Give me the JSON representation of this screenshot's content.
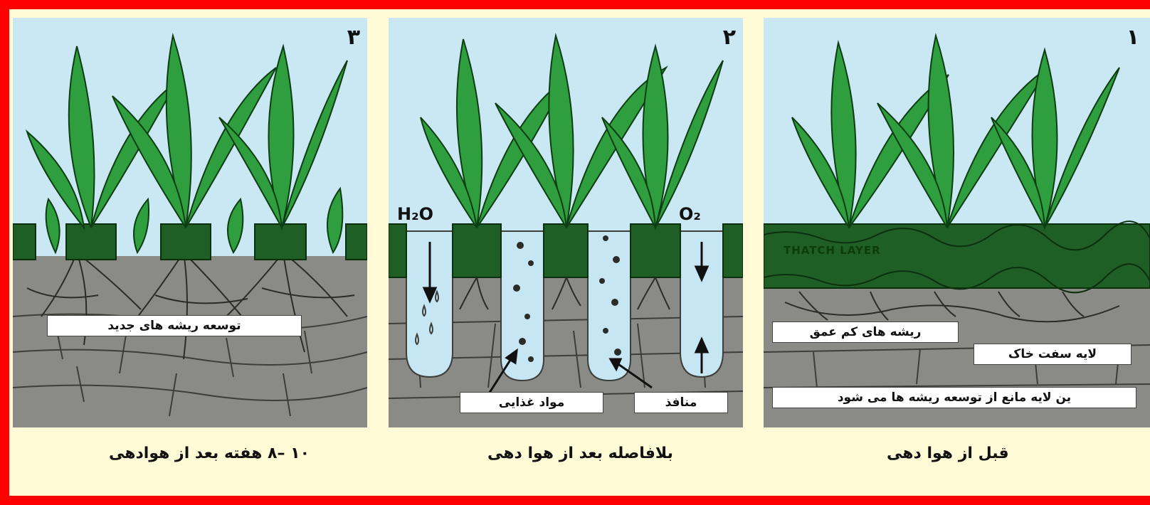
{
  "panels": [
    {
      "number": "٣",
      "caption": "۱۰ –۸ هفته بعد از هوادهی",
      "labels": {
        "new_roots": "توسعه ریشه های جدید"
      }
    },
    {
      "number": "٢",
      "caption": "بلافاصله بعد از هوا دهی",
      "labels": {
        "h2o": "H₂O",
        "o2": "O₂",
        "nutrients": "مواد غذایی",
        "pores": "منافذ"
      }
    },
    {
      "number": "١",
      "caption": "قبل از هوا دهی",
      "labels": {
        "thatch": "THATCH LAYER",
        "shallow_roots": "ریشه های کم عمق",
        "hard_soil": "لایه سفت خاک",
        "blocking": "ین لایه مانع از توسعه ریشه ها می شود"
      }
    }
  ],
  "colors": {
    "frame": "#ff0000",
    "background": "#fffbd6",
    "sky": "#c9e8f4",
    "leaf": "#2e9e3e",
    "thatch": "#1f5e24",
    "soil": "#8a8a86",
    "pore": "#c6e6f3"
  }
}
